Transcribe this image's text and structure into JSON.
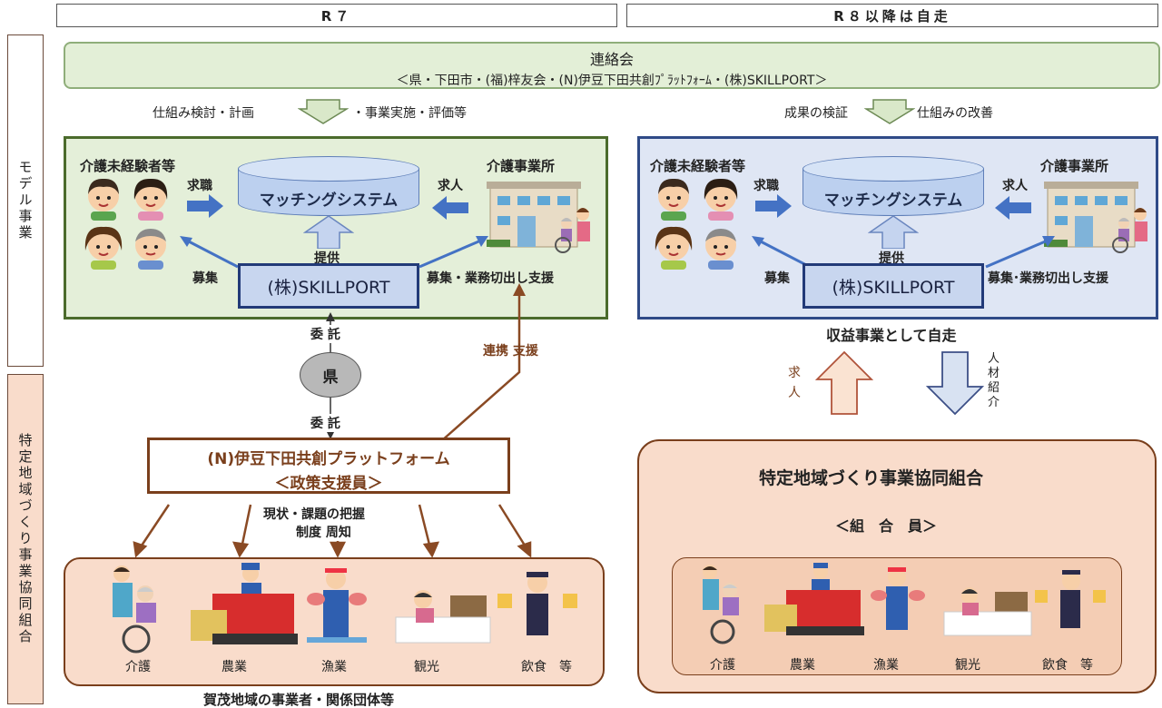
{
  "headers": {
    "r7": "R７",
    "r8": "R８以降は自走"
  },
  "side_labels": {
    "model": "モデル事業",
    "union": "特定地域づくり事業協同組合"
  },
  "liaison": {
    "title": "連絡会",
    "members": "＜県・下田市・(福)梓友会・(N)伊豆下田共創ﾌﾟﾗｯﾄﾌｫｰﾑ・(株)SKILLPORT＞"
  },
  "flow_left": {
    "a": "仕組み検討・計画",
    "b": "・事業実施・評価等"
  },
  "flow_right": {
    "a": "成果の検証",
    "b": "仕組みの改善"
  },
  "panel_left": {
    "jobseekers": "介護未経験者等",
    "employer": "介護事業所",
    "system": "マッチングシステム",
    "apply": "求職",
    "recruit_job": "求人",
    "provide": "提供",
    "recruit": "募集",
    "support": "募集・業務切出し支援",
    "company": "(株)SKILLPORT"
  },
  "panel_right": {
    "jobseekers": "介護未経験者等",
    "employer": "介護事業所",
    "system": "マッチングシステム",
    "apply": "求職",
    "recruit_job": "求人",
    "provide": "提供",
    "recruit": "募集",
    "support": "募集･業務切出し支援",
    "company": "(株)SKILLPORT"
  },
  "entrust_1": "委 託",
  "prefecture": "県",
  "entrust_2": "委 託",
  "cooperation": "連携 支援",
  "self_run": "収益事業として自走",
  "up_arrow_label": "求人",
  "down_arrow_label": "人材紹介",
  "platform": {
    "line1": "(N)伊豆下田共創プラットフォーム",
    "line2": "＜政策支援員＞"
  },
  "survey": {
    "line1": "現状・課題の把握",
    "line2": "制度 周知"
  },
  "categories_left": [
    "介護",
    "農業",
    "漁業",
    "観光",
    "飲食　等"
  ],
  "categories_right": [
    "介護",
    "農業",
    "漁業",
    "観光",
    "飲食　等"
  ],
  "bottom_left_caption": "賀茂地域の事業者・関係団体等",
  "union_box": {
    "title": "特定地域づくり事業協同組合",
    "sub": "＜組　合　員＞"
  },
  "colors": {
    "green_panel": "#e4efd9",
    "green_border": "#4b6b2c",
    "blue_panel": "#dfe6f4",
    "blue_border": "#2f4a87",
    "brown": "#7a3f1c",
    "peach": "#f9dccb"
  }
}
